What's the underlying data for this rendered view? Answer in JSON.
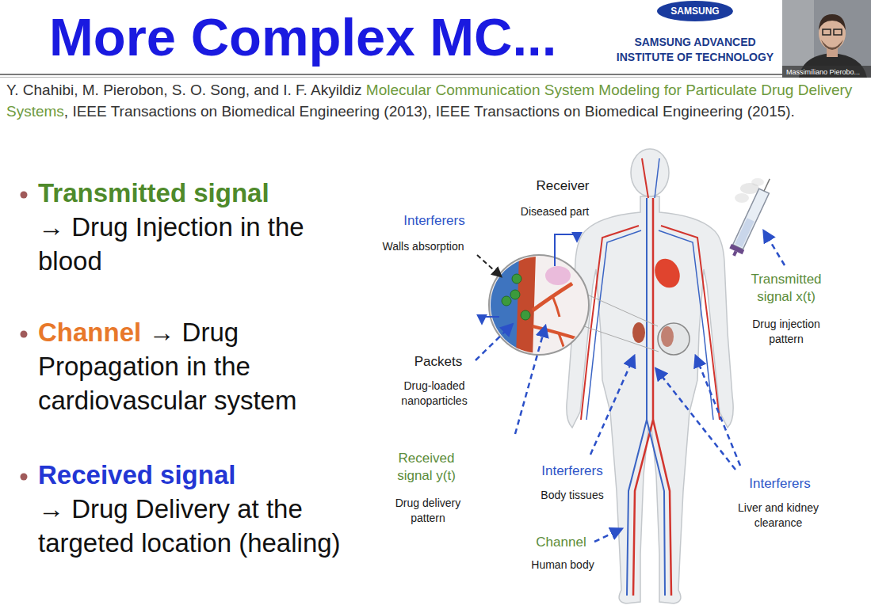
{
  "diagram": {
    "title": "More Complex MC...",
    "labels": [
      "SAMSUNG",
      "SAMSUNG ADVANCED INSTITUTE OF TECHNOLOGY",
      "Massimiliano Pierobo...",
      "Y. Chahibi, M. Pierobon, S. O. Song, and I. F. Akyildiz",
      "Molecular Communication System Modeling for Particulate Drug Delivery Systems",
      ", IEEE Transactions on Biomedical Engineering (2013), IEEE Transactions on Biomedical Engineering (2015).",
      "Transmitted signal",
      "→ Drug Injection in the blood",
      "Channel",
      "→ Drug Propagation in the cardiovascular system",
      "Received signal",
      "→ Drug Delivery at the targeted location (healing)",
      "Receiver",
      "Diseased part",
      "Interferers",
      "Walls absorption",
      "Transmitted signal x(t)",
      "Drug injection pattern",
      "Packets",
      "Drug-loaded nanoparticles",
      "Received signal y(t)",
      "Drug delivery pattern",
      "Interferers",
      "Body tissues",
      "Interferers",
      "Liver and kidney clearance",
      "Channel",
      "Human body"
    ]
  }
}
